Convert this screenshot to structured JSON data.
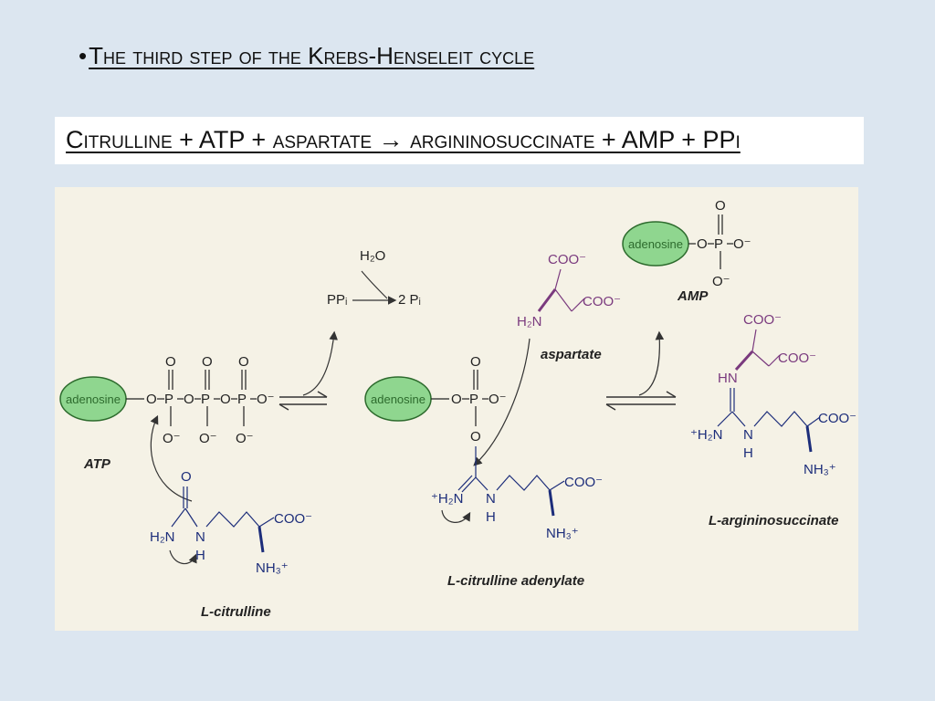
{
  "slide": {
    "bullet": "•",
    "title": "The third step of the Krebs-Henseleit cycle"
  },
  "equation": "Citrulline + ATP + aspartate → argininosuccinate + AMP + PPi",
  "diagram": {
    "adenosine": "adenosine",
    "phosphate": "P",
    "oxygen": "O",
    "o_minus": "O⁻",
    "labels": {
      "atp": "ATP",
      "citrulline": "L-citrulline",
      "adenylate": "L-citrulline adenylate",
      "aspartate": "aspartate",
      "amp": "AMP",
      "argininosuccinate": "L-argininosuccinate"
    },
    "groups": {
      "coo": "COO⁻",
      "nh3": "NH₃⁺",
      "h2n": "H₂N",
      "h2n_plus": "⁺H₂N",
      "n": "N",
      "h": "H",
      "hn": "HN",
      "h2n_asp": "H₂N"
    },
    "side_reaction": {
      "water": "H₂O",
      "ppi": "PPᵢ",
      "two_pi": "2 Pᵢ"
    }
  },
  "colors": {
    "background": "#dce6f0",
    "panel": "#f5f2e6",
    "adenosine_fill": "#8fd68f",
    "adenosine_stroke": "#2d6b2d",
    "citrulline_blue": "#1c2d7a",
    "aspartate_purple": "#7a3a7e"
  }
}
